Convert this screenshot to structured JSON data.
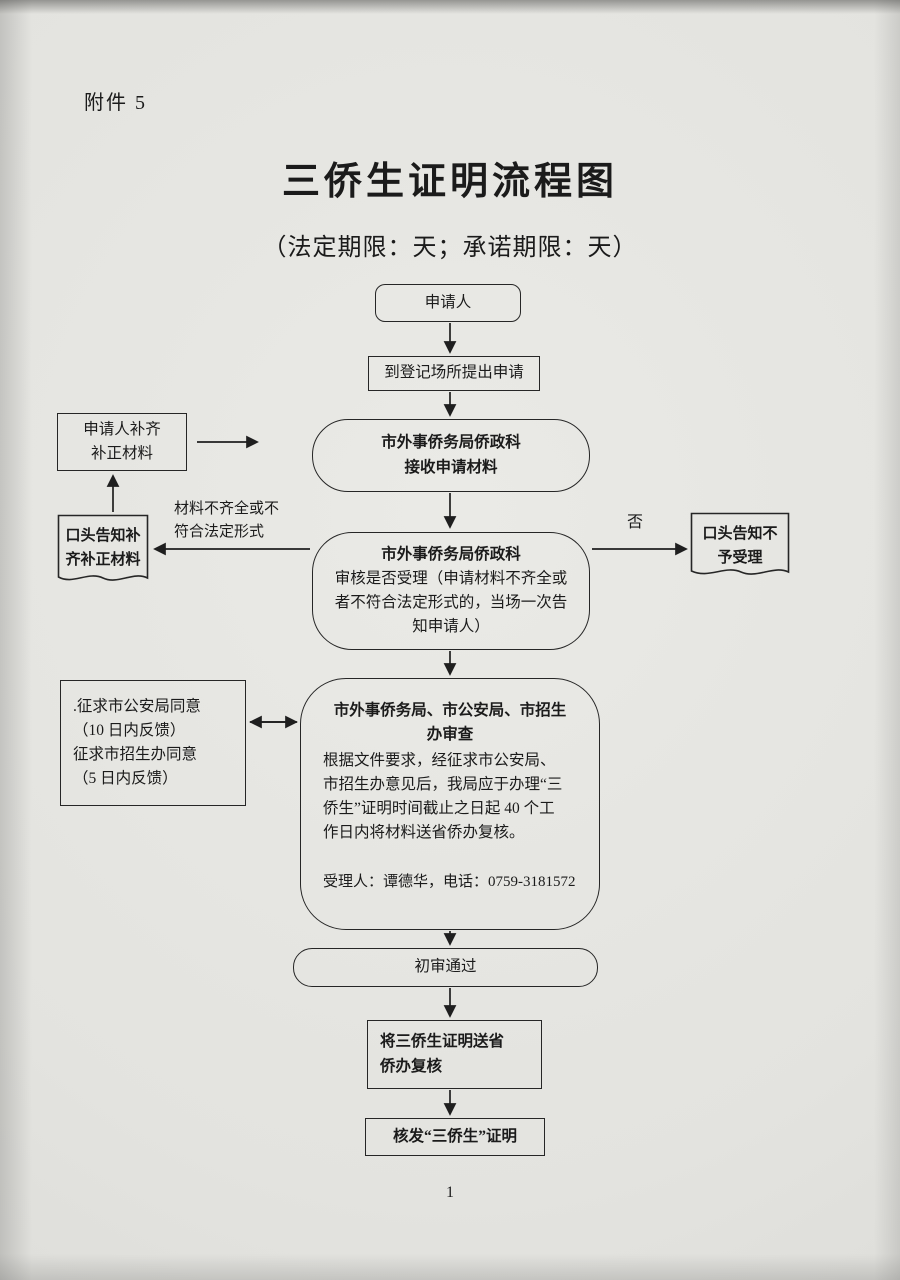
{
  "page": {
    "attachment_label": "附件 5",
    "title": "三侨生证明流程图",
    "subtitle": "（法定期限：天；承诺期限：天）",
    "page_number": "1"
  },
  "flowchart": {
    "applicant": "申请人",
    "submit": "到登记场所提出申请",
    "receive_title": "市外事侨务局侨政科",
    "receive_body": "接收申请材料",
    "review_title": "市外事侨务局侨政科",
    "review_body": "审核是否受理（申请材料不齐全或\n者不符合法定形式的，当场一次告\n知申请人）",
    "joint_review_title": "市外事侨务局、市公安局、市招生\n办审查",
    "joint_review_body": "根据文件要求，经征求市公安局、\n市招生办意见后，我局应于办理“三\n侨生”证明时间截止之日起 40 个工\n作日内将材料送省侨办复核。",
    "joint_review_contact": "受理人：谭德华，电话：0759-3181572",
    "initial_pass": "初审通过",
    "send_provincial": "将三侨生证明送省\n侨办复核",
    "issue_certificate": "核发“三侨生”证明",
    "supplement_box": "申请人补齐\n补正材料",
    "oral_notice_supplement": "口头告知补\n齐补正材料",
    "consult_box": ".征求市公安局同意\n（10 日内反馈）\n征求市招生办同意\n（5 日内反馈）",
    "oral_notice_reject": "口头告知不\n予受理",
    "label_incomplete": "材料不齐全或不\n符合法定形式",
    "label_no": "否"
  }
}
